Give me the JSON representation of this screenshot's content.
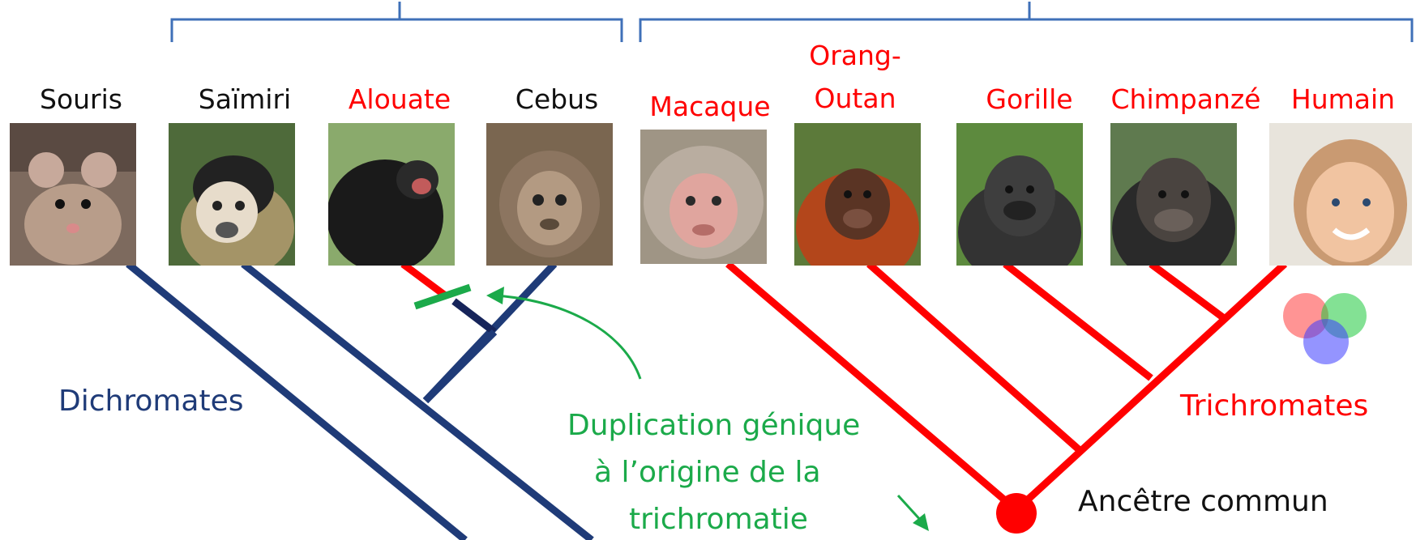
{
  "colors": {
    "dichromate": "#1F3B78",
    "trichromate": "#FF0000",
    "duplication": "#1BAA4A",
    "bracket": "#3F70B8",
    "text": "#111111"
  },
  "species": [
    {
      "name": "Souris",
      "color": "black",
      "icon": "mouse-photo"
    },
    {
      "name": "Saïmiri",
      "color": "black",
      "icon": "squirrel-monkey-photo"
    },
    {
      "name": "Alouate",
      "color": "red",
      "icon": "howler-monkey-photo"
    },
    {
      "name": "Cebus",
      "color": "black",
      "icon": "capuchin-photo"
    },
    {
      "name": "Macaque",
      "color": "red",
      "icon": "macaque-photo"
    },
    {
      "name": "Orang-",
      "name2": "Outan",
      "color": "red",
      "icon": "orangutan-photo"
    },
    {
      "name": "Gorille",
      "color": "red",
      "icon": "gorilla-photo"
    },
    {
      "name": "Chimpanzé",
      "color": "red",
      "icon": "chimpanzee-photo"
    },
    {
      "name": "Humain",
      "color": "red",
      "icon": "human-photo"
    }
  ],
  "labels": {
    "dichromates": "Dichromates",
    "trichromates": "Trichromates",
    "duplication_line1": "Duplication génique",
    "duplication_line2": "à l’origine de la",
    "duplication_line3": "trichromatie",
    "ancestor": "Ancêtre commun"
  },
  "icons": [
    "rgb-venn-icon",
    "duplication-arrow-icon",
    "ancestor-node-icon"
  ]
}
